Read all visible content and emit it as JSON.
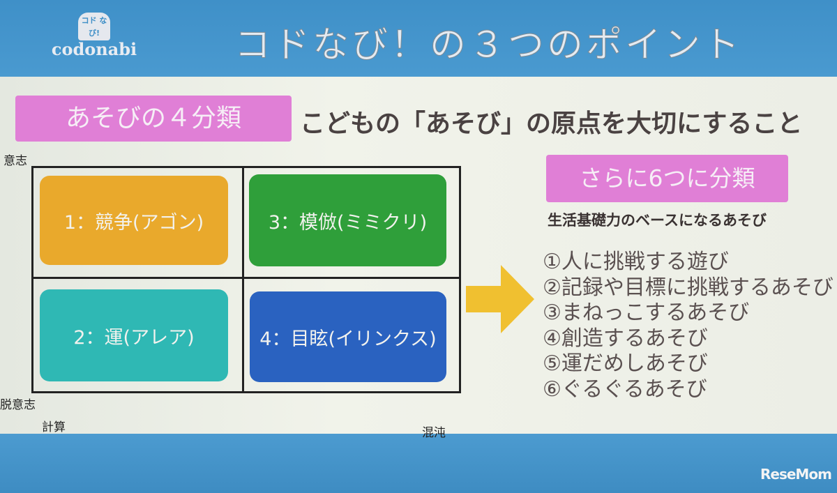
{
  "logo": {
    "mark": "コド なび!",
    "wordmark": "codonabi"
  },
  "title": "コドなび！の３つのポイント",
  "section": {
    "label": "あそびの４分類",
    "heading": "こどもの「あそび」の原点を大切にすること"
  },
  "axes": {
    "top_left": "意志",
    "bottom_left": "脱意志",
    "left_bottom": "計算",
    "right_bottom": "混沌"
  },
  "quadrants": [
    {
      "label": "1：競争(アゴン)",
      "color": "#e9a92c"
    },
    {
      "label": "3：模倣(ミミクリ)",
      "color": "#2f9f3a"
    },
    {
      "label": "2：運(アレア)",
      "color": "#2fb8b4"
    },
    {
      "label": "4：目眩(イリンクス)",
      "color": "#2a62c0"
    }
  ],
  "right": {
    "label": "さらに6つに分類",
    "subtitle": "生活基礎力のベースになるあそび",
    "items": [
      "①人に挑戦する遊び",
      "②記録や目標に挑戦するあそび",
      "③まねっこするあそび",
      "④創造するあそび",
      "⑤運だめしあそび",
      "⑥ぐるぐるあそび"
    ]
  },
  "watermark": "ReseMom",
  "colors": {
    "accent_pink": "#e07fd6",
    "arrow": "#f0c030",
    "background_blue": "#3d8ec6"
  }
}
